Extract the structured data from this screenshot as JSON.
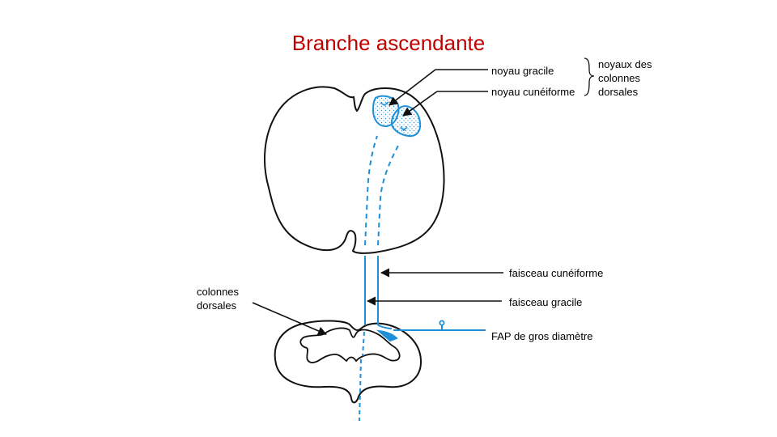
{
  "slide": {
    "title": "Branche ascendante",
    "colors": {
      "title": "#c00000",
      "pathway": "#1f8fd8",
      "outline": "#111111",
      "label": "#000000"
    }
  },
  "labels": {
    "noyau_gracile": "noyau gracile",
    "noyau_cuneiforme": "noyau cunéiforme",
    "noyaux_group": [
      "noyaux des",
      "colonnes",
      "dorsales"
    ],
    "faisceau_cuneiforme": "faisceau cunéiforme",
    "faisceau_gracile": "faisceau gracile",
    "colonnes_dorsales": [
      "colonnes",
      "dorsales"
    ],
    "fap": "FAP de gros diamètre"
  }
}
